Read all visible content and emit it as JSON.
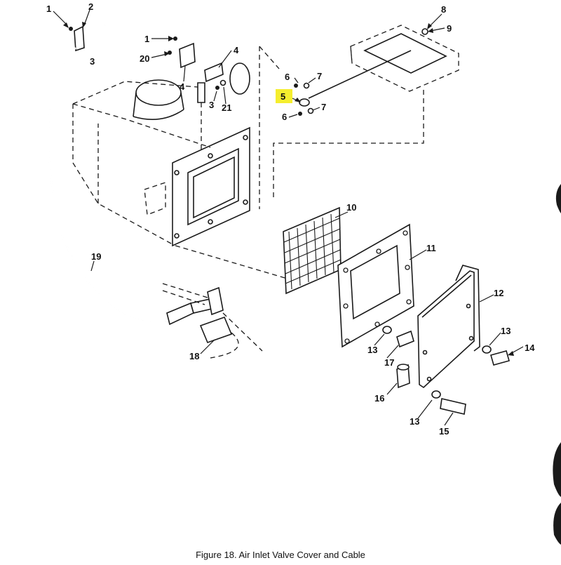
{
  "figure": {
    "caption": "Figure 18.  Air Inlet Valve Cover and Cable"
  },
  "highlight_color": "#f5ee2e",
  "callouts": [
    {
      "id": "c1a",
      "label": "1"
    },
    {
      "id": "c2",
      "label": "2"
    },
    {
      "id": "c3a",
      "label": "3"
    },
    {
      "id": "c1b",
      "label": "1"
    },
    {
      "id": "c20",
      "label": "20"
    },
    {
      "id": "c4a",
      "label": "4"
    },
    {
      "id": "c4b",
      "label": "4"
    },
    {
      "id": "c3b",
      "label": "3"
    },
    {
      "id": "c21",
      "label": "21"
    },
    {
      "id": "c6a",
      "label": "6"
    },
    {
      "id": "c7a",
      "label": "7"
    },
    {
      "id": "c5",
      "label": "5",
      "highlighted": true
    },
    {
      "id": "c6b",
      "label": "6"
    },
    {
      "id": "c7b",
      "label": "7"
    },
    {
      "id": "c8",
      "label": "8"
    },
    {
      "id": "c9",
      "label": "9"
    },
    {
      "id": "c10",
      "label": "10"
    },
    {
      "id": "c11",
      "label": "11"
    },
    {
      "id": "c12",
      "label": "12"
    },
    {
      "id": "c13a",
      "label": "13"
    },
    {
      "id": "c17",
      "label": "17"
    },
    {
      "id": "c13b",
      "label": "13"
    },
    {
      "id": "c14",
      "label": "14"
    },
    {
      "id": "c16",
      "label": "16"
    },
    {
      "id": "c13c",
      "label": "13"
    },
    {
      "id": "c15",
      "label": "15"
    },
    {
      "id": "c19",
      "label": "19"
    },
    {
      "id": "c18",
      "label": "18"
    }
  ]
}
